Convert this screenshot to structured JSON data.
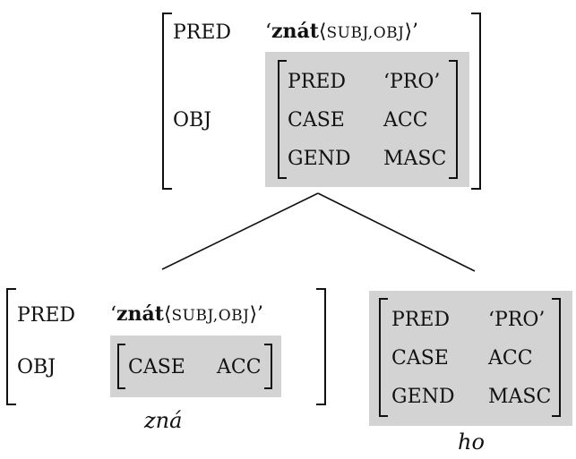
{
  "top": {
    "pred_attr": "PRED",
    "pred_value": {
      "quote_open": "‘",
      "verb": "znát",
      "langle": "⟨",
      "args": "SUBJ,OBJ",
      "rangle": "⟩",
      "quote_close": "’"
    },
    "obj_attr": "OBJ",
    "obj_features": [
      {
        "attr": "PRED",
        "value": "‘PRO’"
      },
      {
        "attr": "CASE",
        "value": "ACC"
      },
      {
        "attr": "GEND",
        "value": "MASC"
      }
    ]
  },
  "left": {
    "pred_attr": "PRED",
    "pred_value": {
      "quote_open": "‘",
      "verb": "znát",
      "langle": "⟨",
      "args": "SUBJ,OBJ",
      "rangle": "⟩",
      "quote_close": "’"
    },
    "obj_attr": "OBJ",
    "obj_features": [
      {
        "attr": "CASE",
        "value": "ACC"
      }
    ],
    "word": "zná"
  },
  "right": {
    "features": [
      {
        "attr": "PRED",
        "value": "‘PRO’"
      },
      {
        "attr": "CASE",
        "value": "ACC"
      },
      {
        "attr": "GEND",
        "value": "MASC"
      }
    ],
    "word": "ho"
  }
}
